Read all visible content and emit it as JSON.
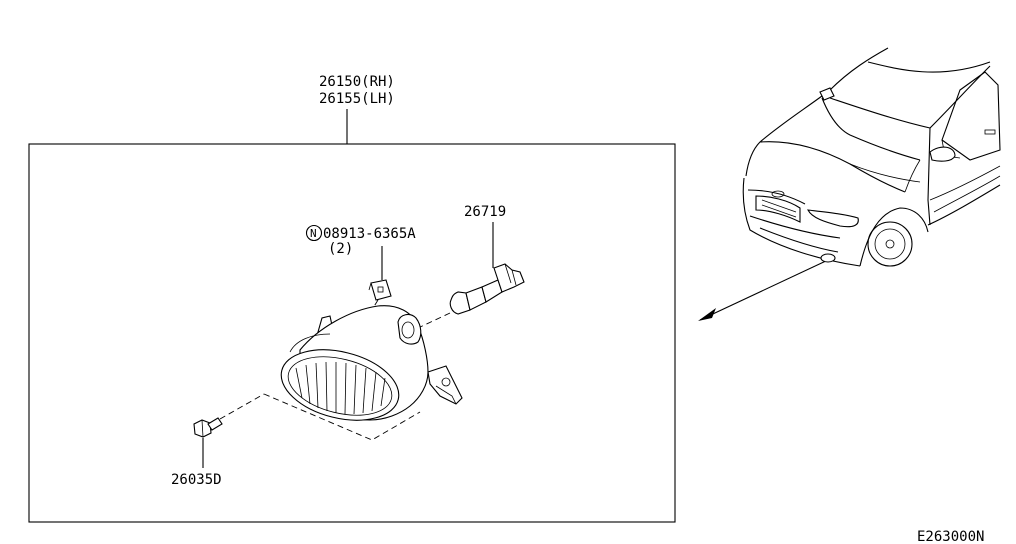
{
  "callouts": {
    "assembly_rh": "26150(RH)",
    "assembly_lh": "26155(LH)",
    "bulb": "26719",
    "nut_part": "08913-6365A",
    "nut_qty": "(2)",
    "nut_symbol": "N",
    "screw": "26035D"
  },
  "diagram_code": "E263000N"
}
